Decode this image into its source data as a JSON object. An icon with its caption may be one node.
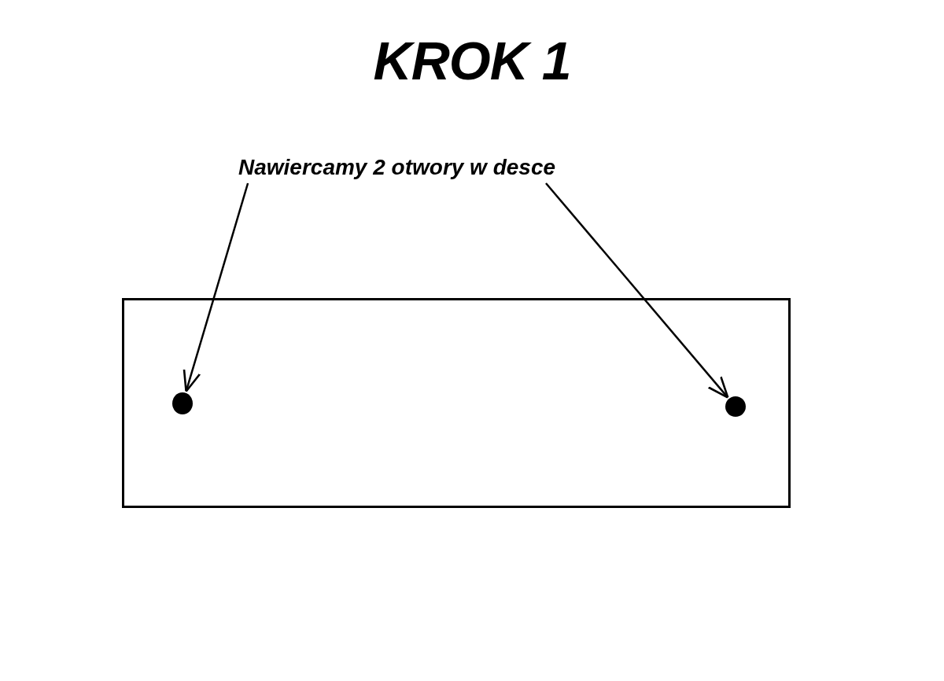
{
  "diagram": {
    "title": "KROK 1",
    "nodes": [
      {
        "text": [
          "Nawiercamy 2 otwory w desce"
        ]
      },
      {
        "text": [],
        "shape": "box"
      },
      {
        "text": [],
        "shape": "circle",
        "in": 1
      },
      {
        "text": [],
        "shape": "circle",
        "in": 1
      }
    ],
    "edges": [
      {
        "from": 0,
        "to": 2,
        "arrow": "to"
      },
      {
        "from": 0,
        "to": 3,
        "arrow": "to"
      }
    ]
  }
}
